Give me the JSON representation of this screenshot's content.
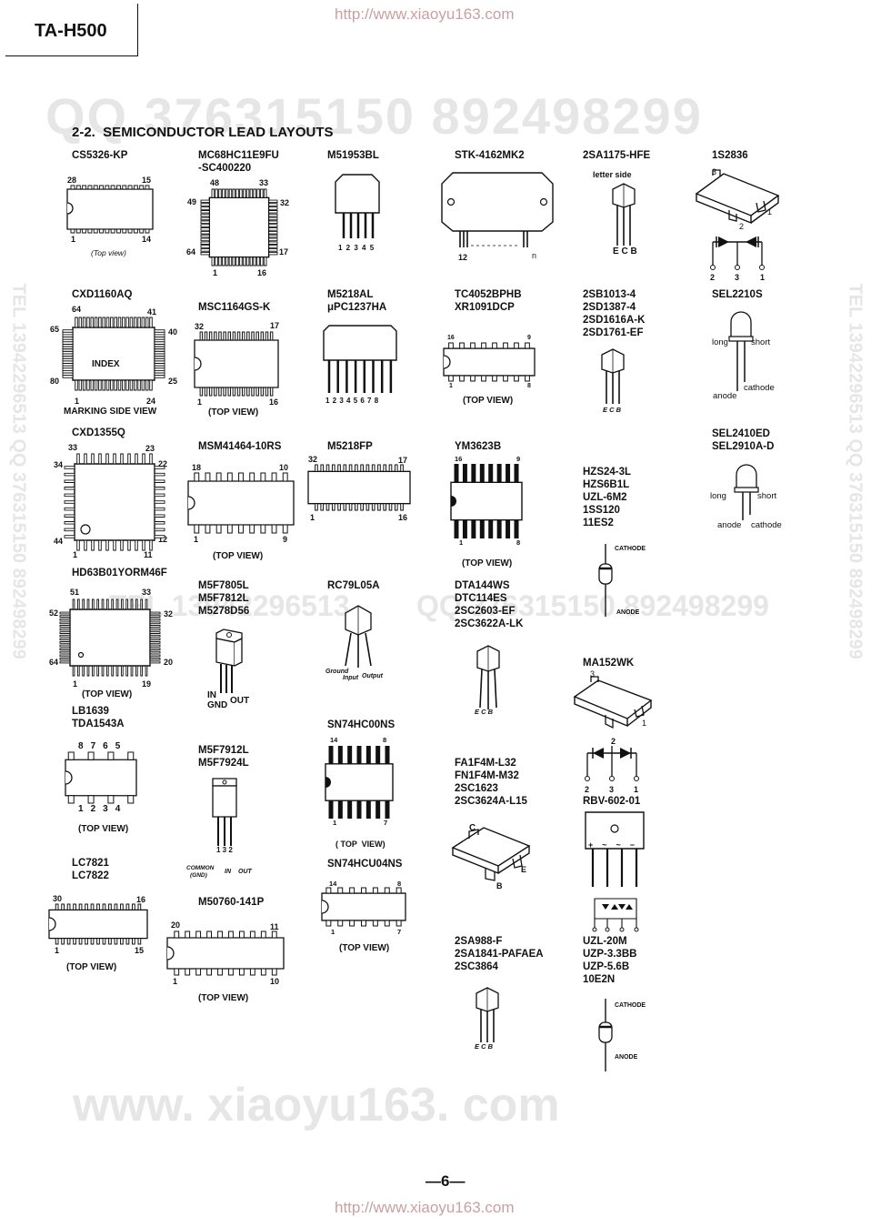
{
  "header": {
    "model": "TA-H500",
    "url": "http://www.xiaoyu163.com"
  },
  "watermarks": {
    "top": "QQ 376315150   892498299",
    "mid": "TEL 13942296513  892498299",
    "mid_left": "TEL 13942296513",
    "mid_right": "QQ 376315150  892498299",
    "side": "TEL 13942296513  QQ 376315150  892498299",
    "bottom": "www. xiaoyu163. com"
  },
  "section_title": "2-2.  SEMICONDUCTOR LEAD LAYOUTS",
  "labels": {
    "cs5326": "CS5326-KP",
    "mc68": [
      "MC68HC11E9FU",
      "-SC400220"
    ],
    "m51953": "M51953BL",
    "stk": "STK-4162MK2",
    "a1175": "2SA1175-HFE",
    "s2836": "1S2836",
    "cxd1160": "CXD1160AQ",
    "msc1164": "MSC1164GS-K",
    "m5218al": [
      "M5218AL",
      "μPC1237HA"
    ],
    "tc4052": [
      "TC4052BPHB",
      "XR1091DCP"
    ],
    "b1013": [
      "2SB1013-4",
      "2SD1387-4",
      "2SD1616A-K",
      "2SD1761-EF"
    ],
    "sel2210": "SEL2210S",
    "sel2410": [
      "SEL2410ED",
      "SEL2910A-D"
    ],
    "cxd1355": "CXD1355Q",
    "msm41464": "MSM41464-10RS",
    "m5218fp": "M5218FP",
    "ym3623": "YM3623B",
    "hzs24": [
      "HZS24-3L",
      "HZS6B1L",
      "UZL-6M2",
      "1SS120",
      "11ES2"
    ],
    "hd63": "HD63B01YORM46F",
    "m5f78": [
      "M5F7805L",
      "M5F7812L",
      "M5278D56"
    ],
    "rc79": "RC79L05A",
    "dta144": [
      "DTA144WS",
      "DTC114ES",
      "2SC2603-EF",
      "2SC3622A-LK"
    ],
    "ma152": "MA152WK",
    "lb1639": [
      "LB1639",
      "TDA1543A"
    ],
    "m5f79": [
      "M5F7912L",
      "M5F7924L"
    ],
    "sn00": "SN74HC00NS",
    "fa1f4m": [
      "FA1F4M-L32",
      "FN1F4M-M32",
      "2SC1623",
      "2SC3624A-L15"
    ],
    "rbv": "RBV-602-01",
    "lc7821": [
      "LC7821",
      "LC7822"
    ],
    "m50760": "M50760-141P",
    "snu04": "SN74HCU04NS",
    "a988": [
      "2SA988-F",
      "2SA1841-PAFAEA",
      "2SC3864"
    ],
    "uzl20": [
      "UZL-20M",
      "UZP-3.3BB",
      "UZP-5.6B",
      "10E2N"
    ]
  },
  "pins": {
    "cs5326": [
      "28",
      "15",
      "1",
      "14"
    ],
    "mc68": [
      "48",
      "33",
      "49",
      "32",
      "64",
      "17",
      "1",
      "16"
    ],
    "m51953": "1 2 3 4 5",
    "stk": [
      "12",
      "n"
    ],
    "s2836": [
      "3",
      "1",
      "2",
      "2",
      "3",
      "1"
    ],
    "cxd1160": [
      "64",
      "41",
      "65",
      "40",
      "80",
      "25",
      "1",
      "24"
    ],
    "msc1164": [
      "32",
      "17",
      "1",
      "16"
    ],
    "m5218al": "1 2 3 4 5 6 7 8",
    "tc4052": [
      "16",
      "9",
      "1",
      "8"
    ],
    "cxd1355": [
      "33",
      "23",
      "34",
      "22",
      "44",
      "12",
      "1",
      "11"
    ],
    "msm41464": [
      "18",
      "10",
      "1",
      "9"
    ],
    "m5218fp": [
      "32",
      "17",
      "1",
      "16"
    ],
    "ym3623": [
      "16",
      "9",
      "1",
      "8"
    ],
    "hd63": [
      "51",
      "33",
      "52",
      "32",
      "64",
      "20",
      "1",
      "19"
    ],
    "lb1639": [
      "8",
      "7",
      "6",
      "5",
      "1",
      "2",
      "3",
      "4"
    ],
    "sn00": [
      "14",
      "8",
      "1",
      "7"
    ],
    "ma152": [
      "3",
      "1",
      "2",
      "2",
      "3",
      "1"
    ],
    "rbv": [
      "+",
      "~",
      "~",
      "−"
    ],
    "lc7821": [
      "30",
      "16",
      "1",
      "15"
    ],
    "m50760": [
      "20",
      "11",
      "1",
      "10"
    ],
    "snu04": [
      "14",
      "8",
      "1",
      "7"
    ],
    "m5f79": "1 3 2"
  },
  "notes": {
    "top_view_italic": "(Top view)",
    "top_view": "(TOP VIEW)",
    "top_view_small": "( TOP  VIEW)",
    "index": "INDEX",
    "marking_side": "MARKING SIDE VIEW",
    "letter_side": "letter side",
    "ecb": "E C B",
    "ecb_small": "E  C  B",
    "long": "long",
    "short": "short",
    "anode": "anode",
    "cathode": "cathode",
    "cathode_caps": "CATHODE",
    "anode_caps": "ANODE",
    "in": "IN",
    "gnd": "GND",
    "out": "OUT",
    "ground": "Ground",
    "input": "Input",
    "output": "Output",
    "common": "COMMON",
    "gnd_paren": "(GND)",
    "in_small": "IN",
    "out_small": "OUT",
    "c": "C",
    "b": "B",
    "e": "E"
  },
  "footer": {
    "page": "—6—"
  }
}
